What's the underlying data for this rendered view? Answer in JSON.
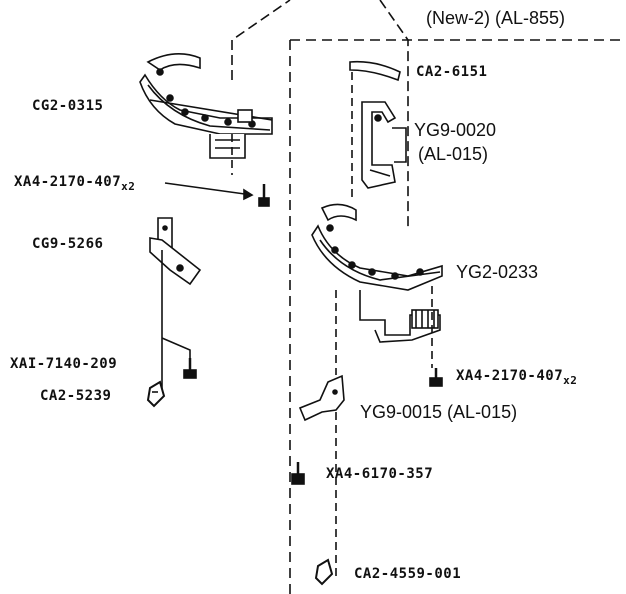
{
  "header": {
    "variant": "(New-2) (AL-855)"
  },
  "parts": {
    "cg2_0315": "CG2-0315",
    "xa4_2170_407_left": "XA4-2170-407",
    "xa4_2170_407_left_qty": "x2",
    "cg9_5266": "CG9-5266",
    "xa1_7140_209": "XAI-7140-209",
    "ca2_5239": "CA2-5239",
    "ca2_6151": "CA2-6151",
    "yg9_0020": "YG9-0020",
    "yg9_0020_note": "(AL-015)",
    "yg2_0233": "YG2-0233",
    "xa4_2170_407_right": "XA4-2170-407",
    "xa4_2170_407_right_qty": "x2",
    "yg9_0015": "YG9-0015 (AL-015)",
    "xa4_6170_357": "XA4-6170-357",
    "ca2_4559_001": "CA2-4559-001"
  },
  "colors": {
    "ink": "#111111",
    "paper": "#ffffff"
  }
}
